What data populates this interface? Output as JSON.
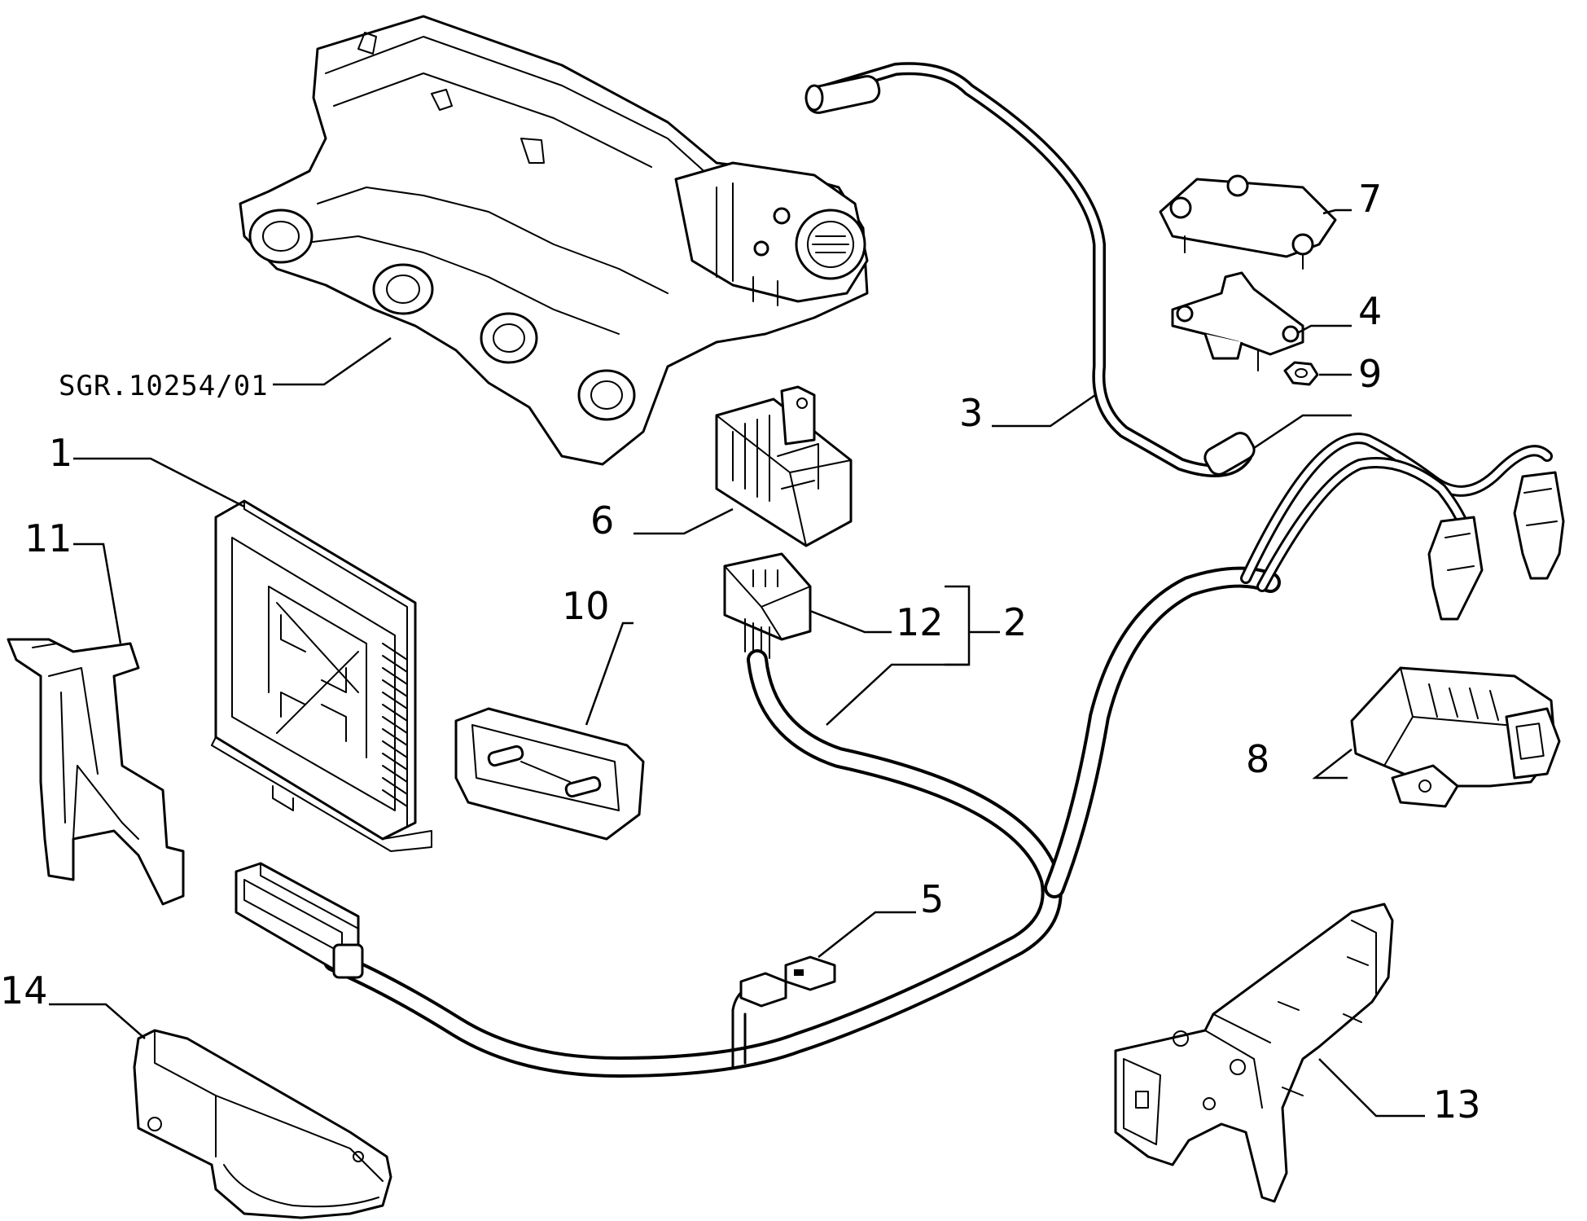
{
  "drawing_ref": "SGR.10254/01",
  "parts": {
    "p1": "1",
    "p2": "2",
    "p3": "3",
    "p4": "4",
    "p5": "5",
    "p6": "6",
    "p7": "7",
    "p8": "8",
    "p9": "9",
    "p10": "10",
    "p11": "11",
    "p12": "12",
    "p13": "13",
    "p14": "14"
  }
}
